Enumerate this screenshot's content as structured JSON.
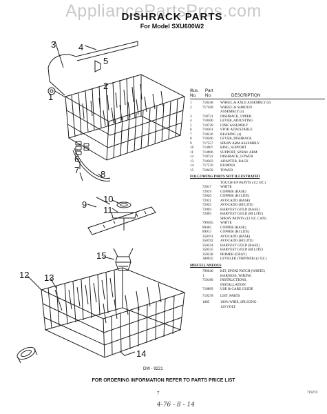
{
  "watermark": "AppliancePartsPros.com",
  "header": {
    "title": "DISHRACK PARTS",
    "model": "For Model SXU600W2"
  },
  "figure": {
    "callouts": [
      "1",
      "2",
      "3",
      "4",
      "5",
      "6",
      "7",
      "8",
      "9",
      "10",
      "11",
      "12",
      "13",
      "14",
      "15"
    ],
    "code": "DW - 9221"
  },
  "parts_list": {
    "columns": {
      "illus": "Illus.",
      "no": "No.",
      "part": "Part",
      "part_no": "No.",
      "description": "DESCRIPTION"
    },
    "items": [
      {
        "n": "1",
        "p": "718548",
        "d": "WHEEL & AXLE ASSEMBLY (4)"
      },
      {
        "n": "2",
        "p": "717509",
        "d": "WHEEL & SHROUD"
      },
      {
        "n": "",
        "p": "",
        "d": "ASSEMBLY (4)"
      },
      {
        "n": "3",
        "p": "718721",
        "d": "DISHRACK, UPPER"
      },
      {
        "n": "4",
        "p": "718300",
        "d": "LEVER, ADJUSTING"
      },
      {
        "n": "5",
        "p": "718720",
        "d": "LINK ASSEMBLY"
      },
      {
        "n": "6",
        "p": "718301",
        "d": "STOP, ADJUSTABLE"
      },
      {
        "n": "7",
        "p": "718230",
        "d": "BEARING (4)"
      },
      {
        "n": "8",
        "p": "718266",
        "d": "LEVER, DISHRACK"
      },
      {
        "n": "9",
        "p": "717557",
        "d": "SPRAY ARM ASSEMBLY"
      },
      {
        "n": "10",
        "p": "714907",
        "d": "RING, SUPPORT"
      },
      {
        "n": "11",
        "p": "714906",
        "d": "SUPPORT, SPRAY ARM"
      },
      {
        "n": "12",
        "p": "718722",
        "d": "DISHRACK, LOWER"
      },
      {
        "n": "13",
        "p": "718303",
        "d": "ADAPTER, RACK"
      },
      {
        "n": "14",
        "p": "717570",
        "d": "BUMPER"
      },
      {
        "n": "15",
        "p": "718458",
        "d": "TOWER"
      }
    ],
    "not_illustrated_heading": "Following Parts Not Illustrated",
    "not_illustrated": [
      {
        "p": "",
        "d": "TOUCH-UP PAINTS (1/2 OZ.)"
      },
      {
        "p": "72017",
        "d": "WHITE"
      },
      {
        "p": "72019",
        "d": "COPPER (BASE)"
      },
      {
        "p": "72020",
        "d": "COPPER (HI LITE)"
      },
      {
        "p": "72021",
        "d": "AVOCADO (BASE)"
      },
      {
        "p": "72025",
        "d": "AVOCADO (HI LITE)"
      },
      {
        "p": "72094",
        "d": "HARVEST GOLD (BASE)"
      },
      {
        "p": "72095",
        "d": "HARVEST GOLD (HI LITE)"
      },
      {
        "p": "",
        "d": "SPRAY PAINTS (12 OZ. CAN)"
      },
      {
        "p": "799365",
        "d": "WHITE"
      },
      {
        "p": "89405",
        "d": "COPPER (BASE)"
      },
      {
        "p": "89913",
        "d": "COPPER (HI LITE)"
      },
      {
        "p": "350191",
        "d": "AVOCADO (BASE)"
      },
      {
        "p": "350192",
        "d": "AVOCADO (HI LITE)"
      },
      {
        "p": "350334",
        "d": "HARVEST GOLD (BASE)"
      },
      {
        "p": "350335",
        "d": "HARVEST GOLD (HI LITE)"
      },
      {
        "p": "350338",
        "d": "PRIMER (GRAY)"
      },
      {
        "p": "308925",
        "d": "LEVELER (THINNER) (1 OZ.)"
      }
    ],
    "misc_heading": "Miscellaneous",
    "misc": [
      {
        "p": "799640",
        "d": "KIT, EPOXI PATCH (WHITE)"
      },
      {
        "p": "1",
        "d": "HARNESS, WIRING"
      },
      {
        "p": "719180",
        "d": "INSTRUCTIONS,"
      },
      {
        "p": "",
        "d": "INSTALLATION"
      },
      {
        "p": "718869",
        "d": "USE & CARE GUIDE"
      },
      {
        "p": "",
        "d": ""
      },
      {
        "p": "719278",
        "d": "LIST, PARTS"
      },
      {
        "p": "",
        "d": ""
      },
      {
        "p": "1085",
        "d": "100% WIRE, SPLICING-"
      },
      {
        "p": "",
        "d": "120 VOLT"
      }
    ]
  },
  "footer": {
    "order_info": "FOR ORDERING INFORMATION REFER TO PARTS PRICE LIST",
    "page": "7",
    "code": "719276",
    "handwritten": "4-76 - 8 - 14"
  }
}
